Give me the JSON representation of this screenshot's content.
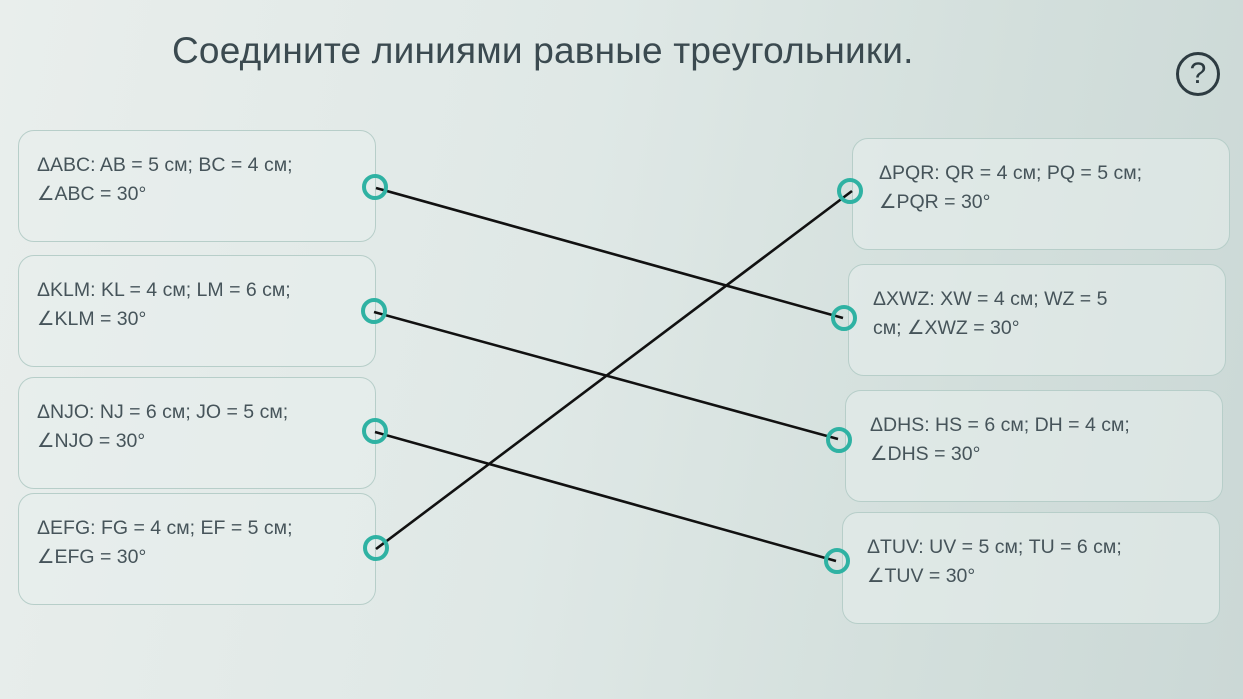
{
  "title": "Соедините линиями равные треугольники.",
  "help_label": "?",
  "colors": {
    "accent": "#2fb2a3",
    "line": "#111111",
    "card_border": "#b7cec9",
    "text": "#46545a"
  },
  "left_items": [
    {
      "line1": "ΔABC: AB = 5 см; BC = 4 см;",
      "line2": "∠ABC = 30°"
    },
    {
      "line1": "ΔKLM: KL = 4 см; LM = 6 см;",
      "line2": "∠KLM = 30°"
    },
    {
      "line1": "ΔNJO: NJ = 6 см; JO = 5 см;",
      "line2": "∠NJO = 30°"
    },
    {
      "line1": "ΔEFG: FG = 4 см; EF = 5 см;",
      "line2": "∠EFG = 30°"
    }
  ],
  "right_items": [
    {
      "line1": "ΔPQR: QR = 4 см; PQ = 5 см;",
      "line2": "∠PQR = 30°"
    },
    {
      "line1": "ΔXWZ: XW = 4 см; WZ = 5",
      "line2": "см; ∠XWZ = 30°"
    },
    {
      "line1": "ΔDHS: HS = 6 см; DH = 4 см;",
      "line2": "∠DHS = 30°"
    },
    {
      "line1": "ΔTUV: UV = 5 см; TU = 6 см;",
      "line2": "∠TUV = 30°"
    }
  ],
  "connections": [
    {
      "from": "left_items.0",
      "to": "right_items.1"
    },
    {
      "from": "left_items.1",
      "to": "right_items.2"
    },
    {
      "from": "left_items.2",
      "to": "right_items.3"
    },
    {
      "from": "left_items.3",
      "to": "right_items.0"
    }
  ]
}
